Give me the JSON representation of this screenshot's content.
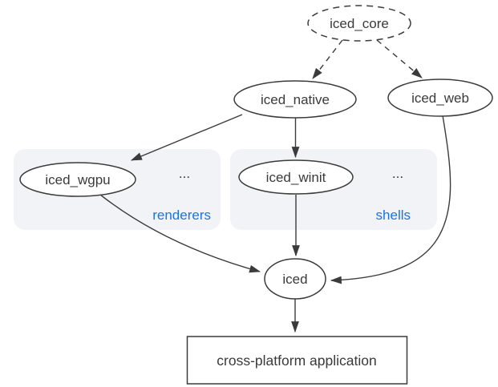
{
  "diagram": {
    "type": "dependency-graph",
    "colors": {
      "background": "#ffffff",
      "node_fill": "#ffffff",
      "node_stroke": "#3b3b3b",
      "text": "#3a3a3a",
      "group_fill": "#f1f3f6",
      "group_label_blue": "#1a73e8"
    },
    "nodes": {
      "iced_core": {
        "label": "iced_core",
        "shape": "ellipse",
        "border": "dashed"
      },
      "iced_native": {
        "label": "iced_native",
        "shape": "ellipse",
        "border": "solid"
      },
      "iced_web": {
        "label": "iced_web",
        "shape": "ellipse",
        "border": "solid"
      },
      "iced_wgpu": {
        "label": "iced_wgpu",
        "shape": "ellipse",
        "border": "solid"
      },
      "iced_winit": {
        "label": "iced_winit",
        "shape": "ellipse",
        "border": "solid"
      },
      "iced": {
        "label": "iced",
        "shape": "ellipse",
        "border": "solid"
      },
      "app": {
        "label": "cross-platform application",
        "shape": "rectangle",
        "border": "solid"
      }
    },
    "groups": {
      "renderers": {
        "label": "renderers",
        "ellipsis": "...",
        "contains": [
          "iced_wgpu"
        ]
      },
      "shells": {
        "label": "shells",
        "ellipsis": "...",
        "contains": [
          "iced_winit"
        ]
      }
    },
    "edges": [
      {
        "from": "iced_core",
        "to": "iced_native",
        "style": "dashed"
      },
      {
        "from": "iced_core",
        "to": "iced_web",
        "style": "dashed"
      },
      {
        "from": "iced_native",
        "to": "iced_wgpu",
        "style": "solid"
      },
      {
        "from": "iced_native",
        "to": "iced_winit",
        "style": "solid"
      },
      {
        "from": "iced_wgpu",
        "to": "iced",
        "style": "solid"
      },
      {
        "from": "iced_winit",
        "to": "iced",
        "style": "solid"
      },
      {
        "from": "iced_web",
        "to": "iced",
        "style": "solid"
      },
      {
        "from": "iced",
        "to": "app",
        "style": "solid"
      }
    ]
  }
}
